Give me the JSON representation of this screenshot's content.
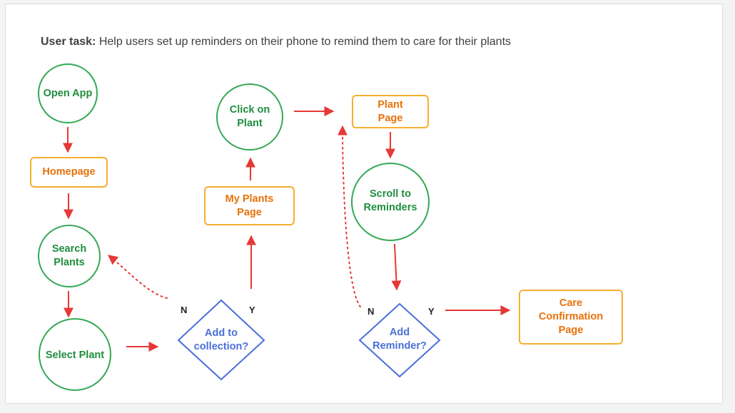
{
  "task": {
    "label": "User task:",
    "text": "Help users set up reminders on their phone to remind them to care for their plants"
  },
  "nodes": {
    "open_app": "Open App",
    "homepage": "Homepage",
    "search_plants": "Search Plants",
    "select_plant": "Select Plant",
    "add_to_collection": "Add to collection?",
    "my_plants_page": "My Plants Page",
    "click_on_plant": "Click on Plant",
    "plant_page": "Plant Page",
    "scroll_to_reminders": "Scroll to Reminders",
    "add_reminder": "Add Reminder?",
    "care_confirmation_page": "Care Confirmation Page"
  },
  "branches": {
    "collection_no": "N",
    "collection_yes": "Y",
    "reminder_no": "N",
    "reminder_yes": "Y"
  },
  "colors": {
    "process_node": "#34a853",
    "page_node": "#f6ae2d",
    "decision_node": "#4a6fd8",
    "arrow": "#e53935"
  }
}
